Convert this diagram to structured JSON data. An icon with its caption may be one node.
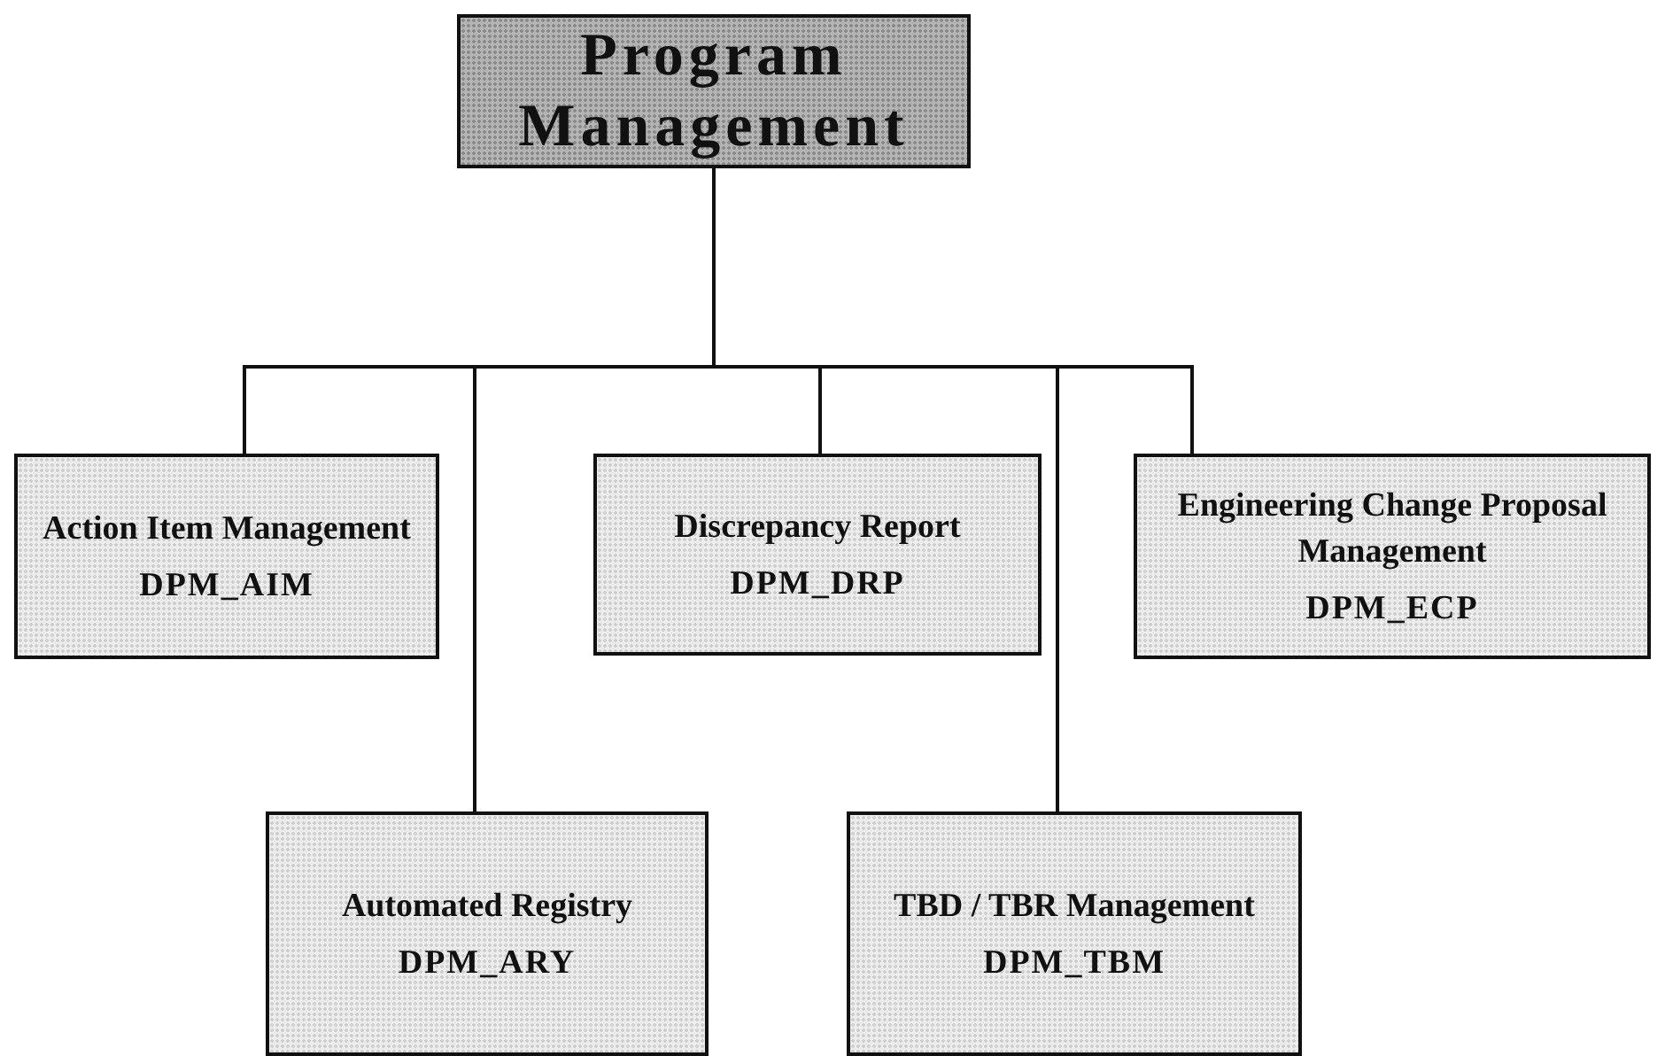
{
  "diagram": {
    "nodes": [
      {
        "text": [
          "Program Management"
        ]
      },
      {
        "text": [
          "Action Item Management",
          "DPM_AIM"
        ]
      },
      {
        "text": [
          "Discrepancy Report",
          "DPM_DRP"
        ]
      },
      {
        "text": [
          "Engineering Change Proposal Management",
          "DPM_ECP"
        ]
      },
      {
        "text": [
          "Automated Registry",
          "DPM_ARY"
        ]
      },
      {
        "text": [
          "TBD / TBR Management",
          "DPM_TBM"
        ]
      }
    ],
    "edges": [
      {
        "from": 0,
        "to": 1,
        "arrow": "none"
      },
      {
        "from": 0,
        "to": 4,
        "arrow": "none"
      },
      {
        "from": 0,
        "to": 2,
        "arrow": "none"
      },
      {
        "from": 0,
        "to": 5,
        "arrow": "none"
      },
      {
        "from": 0,
        "to": 3,
        "arrow": "none"
      }
    ]
  }
}
